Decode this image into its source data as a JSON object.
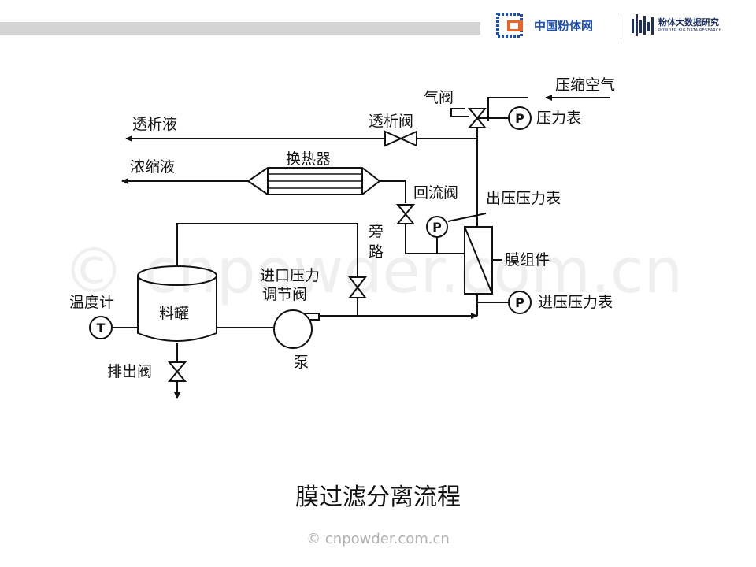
{
  "header": {
    "logo1_text": "中国粉体网",
    "logo2_cn": "粉体大数据研究",
    "logo2_en": "POWDER BIG DATA RESEARCH"
  },
  "diagram": {
    "labels": {
      "compressed_air": "压缩空气",
      "air_valve": "气阀",
      "pressure_gauge": "压力表",
      "dialysate": "透析液",
      "dialysis_valve": "透析阀",
      "concentrate": "浓缩液",
      "heat_exchanger": "换热器",
      "return_valve": "回流阀",
      "outlet_gauge": "出压压力表",
      "bypass_1": "旁",
      "bypass_2": "路",
      "membrane": "膜组件",
      "inlet_valve_1": "进口压力",
      "inlet_valve_2": "调节阀",
      "inlet_gauge": "进压压力表",
      "thermometer": "温度计",
      "tank": "料罐",
      "drain_valve": "排出阀",
      "pump": "泵",
      "gauge_symbol": "P",
      "temp_symbol": "T"
    }
  },
  "watermark": "© cnpowder.com.cn",
  "caption": "膜过滤分离流程",
  "footer": "© cnpowder.com.cn"
}
